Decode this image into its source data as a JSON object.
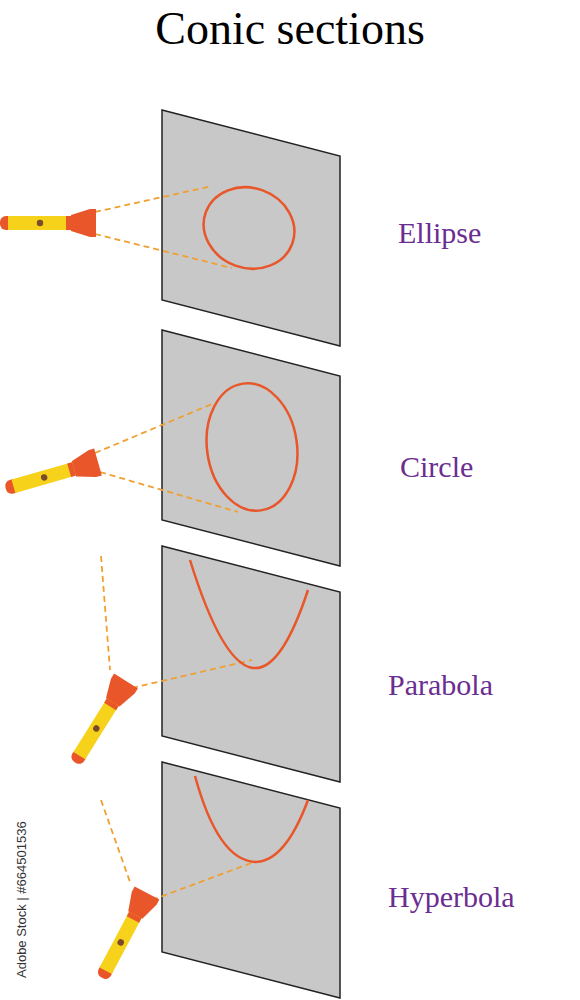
{
  "diagram": {
    "title": "Conic sections",
    "labels": [
      "Ellipse",
      "Circle",
      "Parabola",
      "Hyperbola",
      "Adobe Stock | #664501536"
    ]
  }
}
